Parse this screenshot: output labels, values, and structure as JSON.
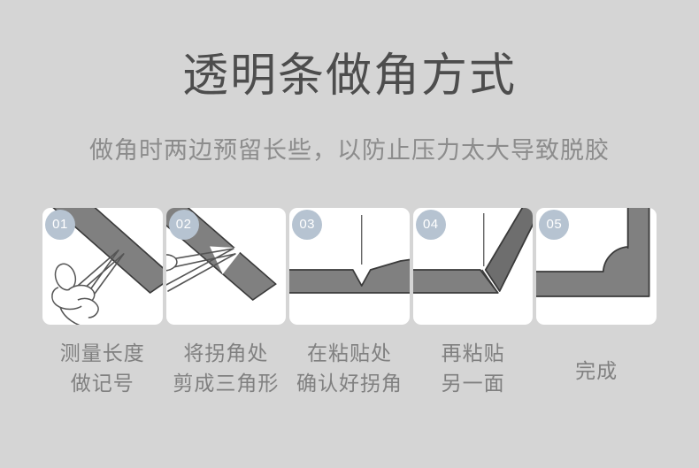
{
  "header": {
    "title": "透明条做角方式",
    "subtitle": "做角时两边预留长些，以防止压力太大导致脱胶"
  },
  "colors": {
    "background": "#d5d5d5",
    "title_text": "#4d4d4d",
    "subtitle_text": "#8c8c8c",
    "caption_text": "#808080",
    "panel_background": "#ffffff",
    "badge_background": "#b6c3d1",
    "badge_text": "#ffffff",
    "strip_fill": "#808080",
    "strip_fill_dark": "#6e6e6e",
    "strip_outline": "#3a3a3a",
    "line_art": "#555555"
  },
  "steps": [
    {
      "badge": "01",
      "art": "hand-with-scissors-measuring-strip-icon",
      "caption_line1": "测量长度",
      "caption_line2": "做记号"
    },
    {
      "badge": "02",
      "art": "scissors-cutting-triangle-in-strip-icon",
      "caption_line1": "将拐角处",
      "caption_line2": "剪成三角形"
    },
    {
      "badge": "03",
      "art": "strip-with-v-notch-at-corner-icon",
      "caption_line1": "在粘贴处",
      "caption_line2": "确认好拐角"
    },
    {
      "badge": "04",
      "art": "strip-folded-up-at-corner-icon",
      "caption_line1": "再粘贴",
      "caption_line2": "另一面"
    },
    {
      "badge": "05",
      "art": "finished-rounded-corner-icon",
      "caption_line1": "完成",
      "caption_line2": ""
    }
  ]
}
